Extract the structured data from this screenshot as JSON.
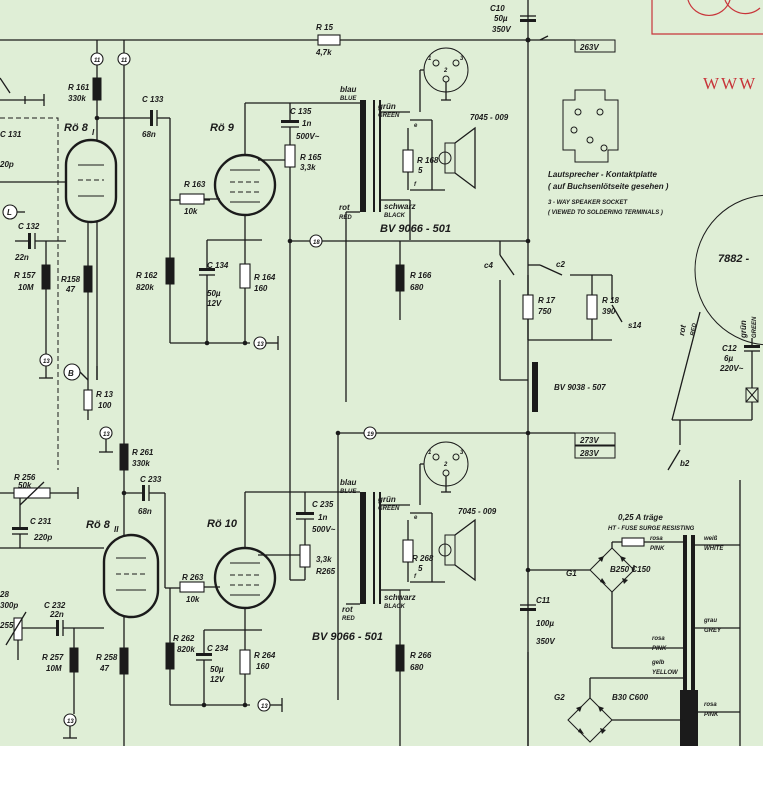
{
  "watermark": {
    "text": "WWW"
  },
  "supply": {
    "r15": "R 15",
    "r15_val": "4,7k",
    "c10": "C10",
    "c10_val1": "50µ",
    "c10_val2": "350V",
    "v263": "263V",
    "v273": "273V",
    "v283": "283V"
  },
  "nodes": {
    "n11a": "11",
    "n11b": "11",
    "n18": "18",
    "n19": "19",
    "n13": "13",
    "L": "L",
    "B": "B"
  },
  "channel1": {
    "r161": "R 161",
    "r161_val": "330k",
    "c133": "C 133",
    "c133_val": "68n",
    "tube_a": "Rö 8",
    "tube_a_sub": "I",
    "tube_b": "Rö 9",
    "c135": "C 135",
    "c135_val1": "1n",
    "c135_val2": "500V~",
    "r165": "R 165",
    "r165_val": "3,3k",
    "r163": "R 163",
    "r163_val": "10k",
    "c131": "C 131",
    "c131_val": "20p",
    "c132": "C 132",
    "c132_val": "22n",
    "r157": "R 157",
    "r157_val": "10M",
    "r158": "R158",
    "r158_val": "47",
    "r162": "R 162",
    "r162_val": "820k",
    "c134": "C 134",
    "c134_val1": "50µ",
    "c134_val2": "12V",
    "r164": "R 164",
    "r164_val": "160",
    "r13": "R 13",
    "r13_val": "100",
    "transformer": "BV 9066 - 501",
    "r166": "R 166",
    "r166_val": "680",
    "r168": "R 168",
    "r168_val": "5",
    "speaker": "7045 - 009"
  },
  "channel2": {
    "r261": "R 261",
    "r261_val": "330k",
    "c233": "C 233",
    "c233_val": "68n",
    "tube_a": "Rö 8",
    "tube_a_sub": "II",
    "tube_b": "Rö 10",
    "c235": "C 235",
    "c235_val1": "1n",
    "c235_val2": "500V~",
    "r265": "R265",
    "r265_val": "3,3k",
    "r263": "R 263",
    "r263_val": "10k",
    "r256": "R 256",
    "r256_val": "50k",
    "c231": "C 231",
    "c231_val": "220p",
    "c232": "C 232",
    "c232_val": "22n",
    "r257": "R 257",
    "r257_val": "10M",
    "r258": "R 258",
    "r258_val": "47",
    "r262": "R 262",
    "r262_val": "820k",
    "c234": "C 234",
    "c234_val1": "50µ",
    "c234_val2": "12V",
    "r264": "R 264",
    "r264_val": "160",
    "transformer": "BV 9066 - 501",
    "r266": "R 266",
    "r266_val": "680",
    "r268": "R 268",
    "r268_val": "5",
    "speaker": "7045 - 009",
    "left_28": "28",
    "left_300p": "300p",
    "left_255": "255"
  },
  "wire_colors": {
    "blau": "blau",
    "blue": "BLUE",
    "gruen": "grün",
    "green": "GREEN",
    "rot": "rot",
    "red": "RED",
    "schwarz": "schwarz",
    "black": "BLACK",
    "e": "e",
    "f": "f"
  },
  "socket": {
    "title_de": "Lautsprecher - Kontaktplatte",
    "sub_de": "( auf Buchsenlötseite gesehen )",
    "title_en": "3 - WAY SPEAKER SOCKET",
    "sub_en": "( VIEWED TO SOLDERING TERMINALS )"
  },
  "power": {
    "c4": "c4",
    "c2": "c2",
    "s14": "s14",
    "b2": "b2",
    "r17": "R 17",
    "r17_val": "750",
    "r18": "R 18",
    "r18_val": "390",
    "choke": "BV 9038 - 507",
    "c11": "C11",
    "c11_val1": "100µ",
    "c11_val2": "350V",
    "g1": "G1",
    "g1_type": "B250 C150",
    "g2": "G2",
    "g2_type": "B30 C600",
    "fuse_de": "0,25 A träge",
    "fuse_en": "HT - FUSE SURGE RESISTING",
    "rosa": "rosa",
    "pink": "PINK",
    "weiss": "weiß",
    "white": "WHITE",
    "grau": "grau",
    "grey": "GREY",
    "gelb": "gelb",
    "yellow": "YELLOW",
    "tube_7882": "7882 -",
    "c12": "C12",
    "c12_val1": "6µ",
    "c12_val2": "220V~",
    "rot": "rot",
    "red": "RED",
    "gruen": "grün",
    "green": "GREEN"
  },
  "pins": {
    "p1": "1",
    "p2": "2",
    "p3": "3"
  }
}
